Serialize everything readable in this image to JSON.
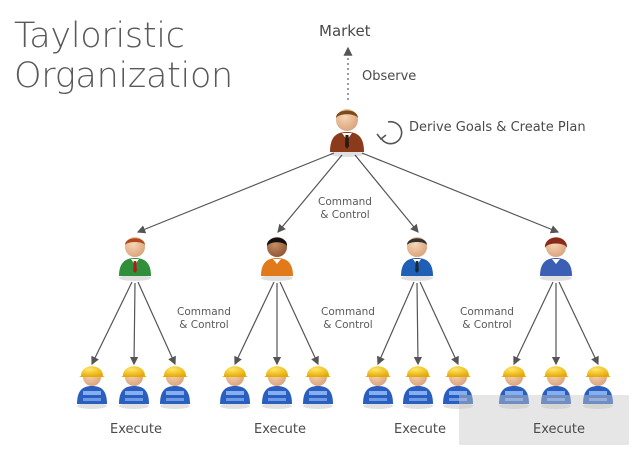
{
  "title": {
    "line1": "Tayloristic",
    "line2": "Organization"
  },
  "top": {
    "market": "Market",
    "observe": "Observe",
    "derive": "Derive Goals & Create Plan"
  },
  "command_control": {
    "line1": "Command",
    "line2": "& Control"
  },
  "execute": "Execute",
  "colors": {
    "line": "#555555",
    "ceo_suit": "#8b3a1c",
    "manager_suits": [
      "#2f8f3a",
      "#e07a1a",
      "#1f5fb5",
      "#3a5fb5"
    ],
    "worker_helmet": "#f3c315",
    "worker_suit": "#2a5fbf"
  },
  "icons": {
    "top_person": "business-man-icon",
    "manager": "manager-icon",
    "worker": "construction-worker-icon",
    "cycle": "circular-arrow-icon"
  }
}
